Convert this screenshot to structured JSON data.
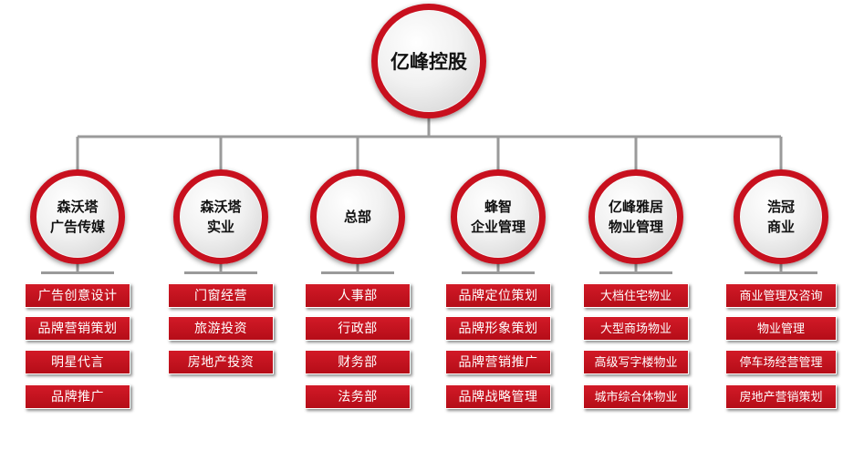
{
  "root": {
    "label": "亿峰控股"
  },
  "branches": [
    {
      "label_lines": [
        "森沃塔",
        "广告传媒"
      ],
      "items": [
        "广告创意设计",
        "品牌营销策划",
        "明星代言",
        "品牌推广"
      ]
    },
    {
      "label_lines": [
        "森沃塔",
        "实业"
      ],
      "items": [
        "门窗经营",
        "旅游投资",
        "房地产投资"
      ]
    },
    {
      "label_lines": [
        "总部"
      ],
      "items": [
        "人事部",
        "行政部",
        "财务部",
        "法务部"
      ]
    },
    {
      "label_lines": [
        "蜂智",
        "企业管理"
      ],
      "items": [
        "品牌定位策划",
        "品牌形象策划",
        "品牌营销推广",
        "品牌战略管理"
      ]
    },
    {
      "label_lines": [
        "亿峰雅居",
        "物业管理"
      ],
      "items": [
        "大档住宅物业",
        "大型商场物业",
        "高级写字楼物业",
        "城市综合体物业"
      ]
    },
    {
      "label_lines": [
        "浩冠",
        "商业"
      ],
      "items": [
        "商业管理及咨询",
        "物业管理",
        "停车场经营管理",
        "房地产营销策划"
      ]
    }
  ],
  "colors": {
    "accent": "#c8101e",
    "connector": "#9a9a9a"
  }
}
